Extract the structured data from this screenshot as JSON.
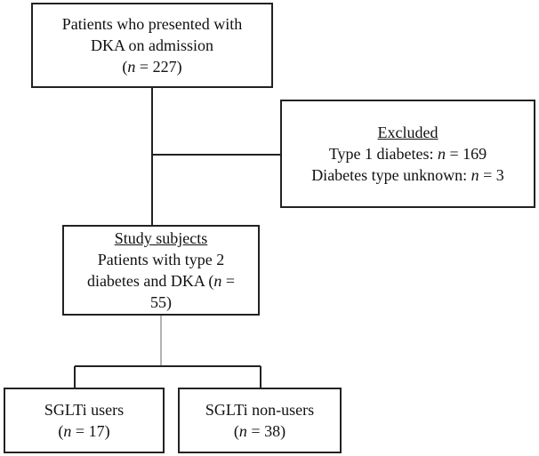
{
  "nodes": {
    "presented": {
      "line1": "Patients who presented with",
      "line2": "DKA on admission",
      "n_open": "(",
      "n_var": "n",
      "n_value": " = 227)"
    },
    "excluded": {
      "title": "Excluded",
      "t1_label": "Type 1 diabetes: ",
      "t1_var": "n",
      "t1_value": " = 169",
      "unknown_label": "Diabetes type unknown: ",
      "unknown_var": "n",
      "unknown_value": " = 3"
    },
    "study": {
      "title": "Study subjects",
      "line1": "Patients with type 2",
      "line2_pre": "diabetes and DKA  (",
      "line2_var": "n",
      "line2_post": " =",
      "line3": "55)"
    },
    "users": {
      "title": "SGLTi users",
      "n_open": "(",
      "n_var": "n",
      "n_value": " = 17)"
    },
    "nonusers": {
      "title": "SGLTi non-users",
      "n_open": "(",
      "n_var": "n",
      "n_value": " = 38)"
    }
  }
}
